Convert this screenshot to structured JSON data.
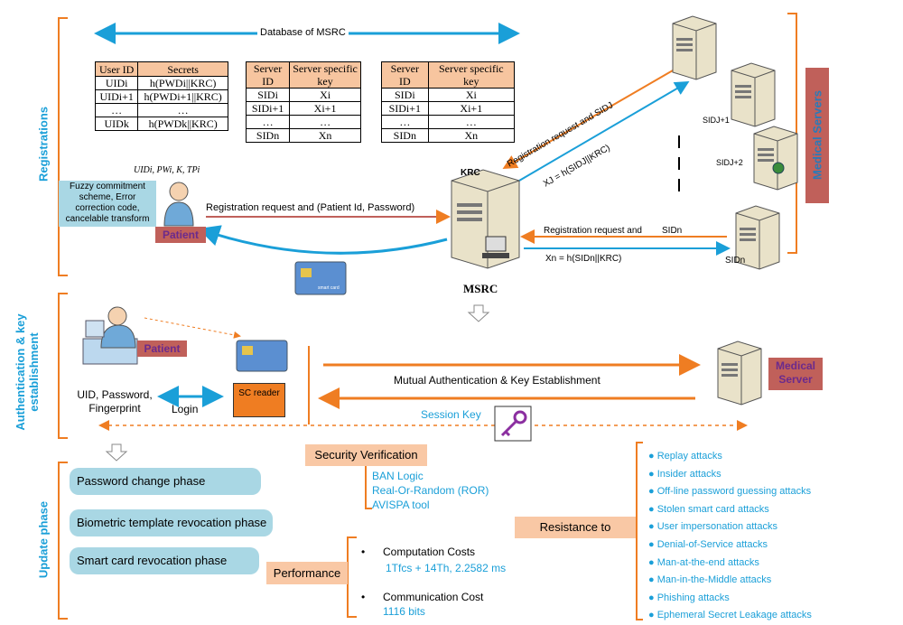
{
  "sections": {
    "registrations": "Registrations",
    "auth": "Authentication & key establishment",
    "update": "Update phase",
    "medical_servers": "Medical Servers"
  },
  "database_label": "Database of MSRC",
  "table1": {
    "headers": [
      "User ID",
      "Secrets"
    ],
    "rows": [
      [
        "UIDi",
        "h(PWDi||KRC)"
      ],
      [
        "UIDi+1",
        "h(PWDi+1||KRC)"
      ],
      [
        "…",
        "…"
      ],
      [
        "UIDk",
        "h(PWDk||KRC)"
      ]
    ]
  },
  "table2": {
    "headers": [
      "Server ID",
      "Server specific key"
    ],
    "rows": [
      [
        "SIDi",
        "Xi"
      ],
      [
        "SIDi+1",
        "Xi+1"
      ],
      [
        "…",
        "…"
      ],
      [
        "SIDn",
        "Xn"
      ]
    ]
  },
  "table3": {
    "headers": [
      "Server ID",
      "Server specific key"
    ],
    "rows": [
      [
        "SIDi",
        "Xi"
      ],
      [
        "SIDi+1",
        "Xi+1"
      ],
      [
        "…",
        "…"
      ],
      [
        "SIDn",
        "Xn"
      ]
    ]
  },
  "patient_params": "UIDi, PWi, K, TPi",
  "fuzzy_box": "Fuzzy commitment scheme, Error correction code, cancelable transform",
  "patient_label": "Patient",
  "reg_patient": "Registration request and (Patient Id, Password)",
  "krc_label": "KRC",
  "msrc_label": "MSRC",
  "reg_server_j": "Registration request and SIDJ",
  "xj_formula": "XJ = h(SIDJ||KRC)",
  "sid_j1": "SIDJ+1",
  "sid_j2": "SIDJ+2",
  "reg_sidn": "Registration request and",
  "sidn_a": "SIDn",
  "sidn_b": "SIDn",
  "xn_formula": "Xn = h(SIDn||KRC)",
  "smart_card_text": "smart card",
  "patient_label2": "Patient",
  "uid_pw_fp": "UID, Password, Fingerprint",
  "login": "Login",
  "sc_reader": "SC reader",
  "mutual_auth": "Mutual Authentication & Key Establishment",
  "session_key": "Session Key",
  "medical_server": "Medical Server",
  "update_phases": [
    "Password change phase",
    "Biometric template revocation phase",
    "Smart card revocation phase"
  ],
  "security_verification": {
    "title": "Security Verification",
    "items": [
      "BAN Logic",
      "Real-Or-Random (ROR)",
      "AVISPA tool"
    ]
  },
  "performance": {
    "title": "Performance",
    "computation_title": "Computation Costs",
    "computation_value": "1Tfcs + 14Th, 2.2582 ms",
    "communication_title": "Communication Cost",
    "communication_value": "1116 bits"
  },
  "resistance": {
    "title": "Resistance to",
    "items": [
      "Replay attacks",
      "Insider attacks",
      "Off-line password guessing attacks",
      "Stolen smart card attacks",
      "User impersonation attacks",
      "Denial-of-Service attacks",
      "Man-at-the-end attacks",
      "Man-in-the-Middle attacks",
      "Phishing attacks",
      "Ephemeral Secret Leakage attacks"
    ]
  },
  "colors": {
    "blue": "#1a9fd8",
    "orange": "#ef7d22",
    "peach": "#f9c8a5",
    "pill": "#a9d7e4",
    "brick": "#c0605a"
  }
}
